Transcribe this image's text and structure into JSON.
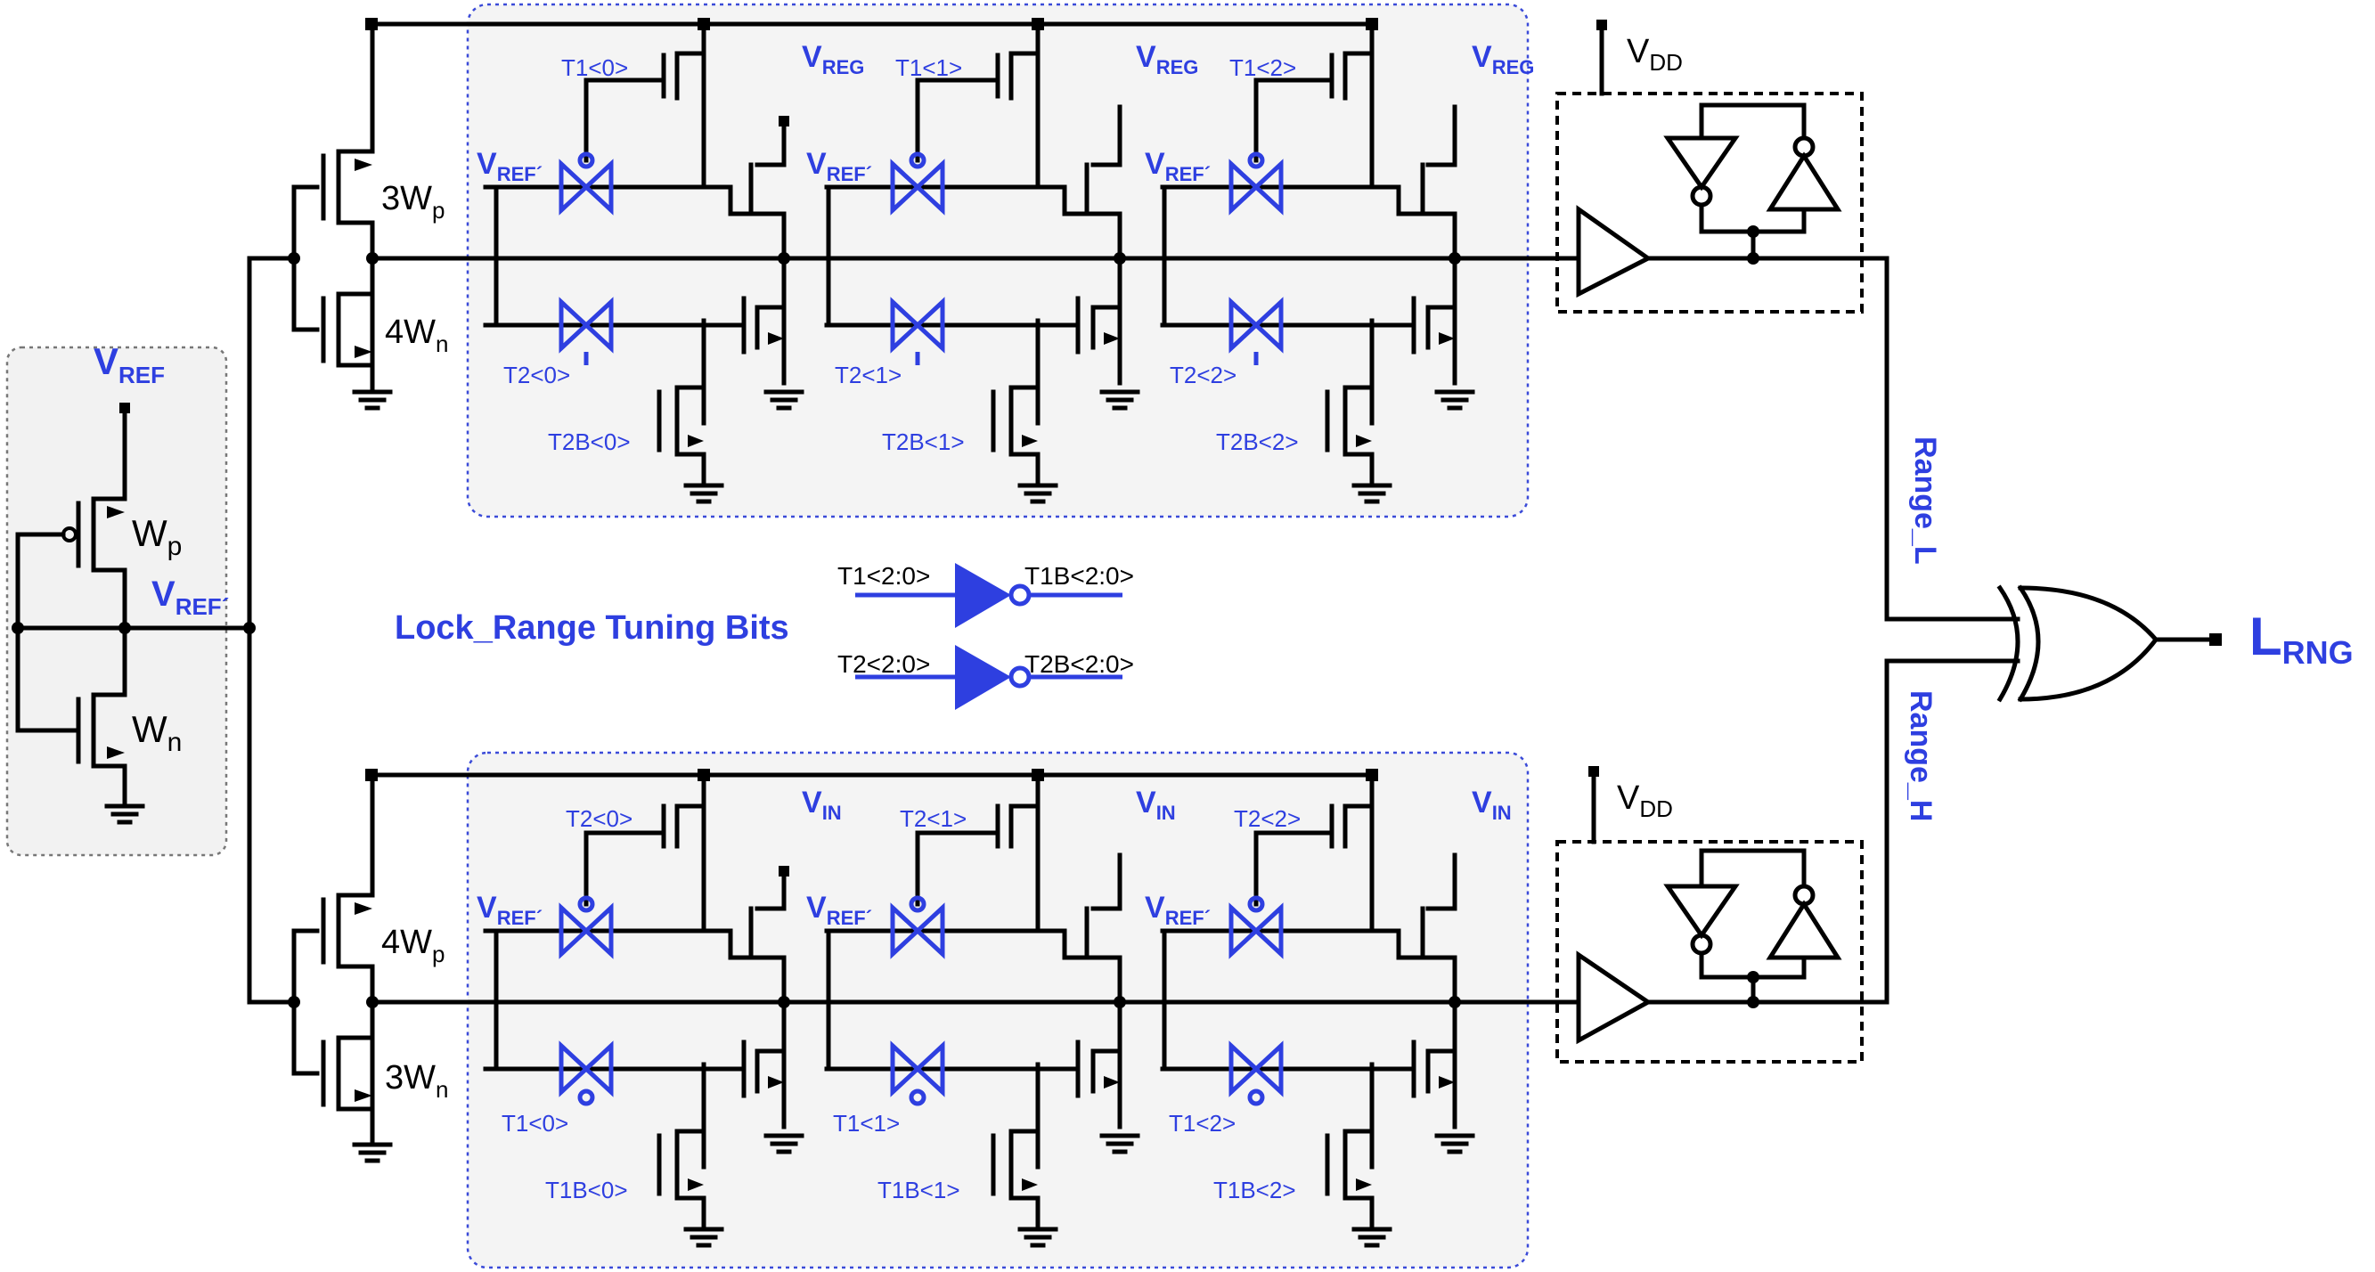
{
  "labels": {
    "vreg": "V",
    "vreg_sub": "REG",
    "vin": "V",
    "vin_sub": "IN",
    "vdd": "V",
    "vdd_sub": "DD",
    "vref": "V",
    "vref_sub": "REF",
    "vref_prime_sub": "REF´",
    "wp": "W",
    "wp_sub": "p",
    "wn": "W",
    "wn_sub": "n",
    "w3p": "3W",
    "w4n": "4W",
    "w4p": "4W",
    "w3n": "3W",
    "range_l": "Range_L",
    "range_h": "Range_H",
    "lrng": "L",
    "lrng_sub": "RNG",
    "lock_tuning": "Lock_Range Tuning Bits",
    "t1_bus": "T1<2:0>",
    "t1b_bus": "T1B<2:0>",
    "t2_bus": "T2<2:0>",
    "t2b_bus": "T2B<2:0>"
  },
  "top_bits": {
    "t1": [
      "T1<0>",
      "T1<1>",
      "T1<2>"
    ],
    "t2": [
      "T2<0>",
      "T2<1>",
      "T2<2>"
    ],
    "t2b": [
      "T2B<0>",
      "T2B<1>",
      "T2B<2>"
    ]
  },
  "bottom_bits": {
    "t2": [
      "T2<0>",
      "T2<1>",
      "T2<2>"
    ],
    "t1": [
      "T1<0>",
      "T1<1>",
      "T1<2>"
    ],
    "t1b": [
      "T1B<0>",
      "T1B<1>",
      "T1B<2>"
    ]
  },
  "colors": {
    "wire": "#000000",
    "control": "#2e3fe0",
    "panel_fill": "#f4f4f4"
  }
}
